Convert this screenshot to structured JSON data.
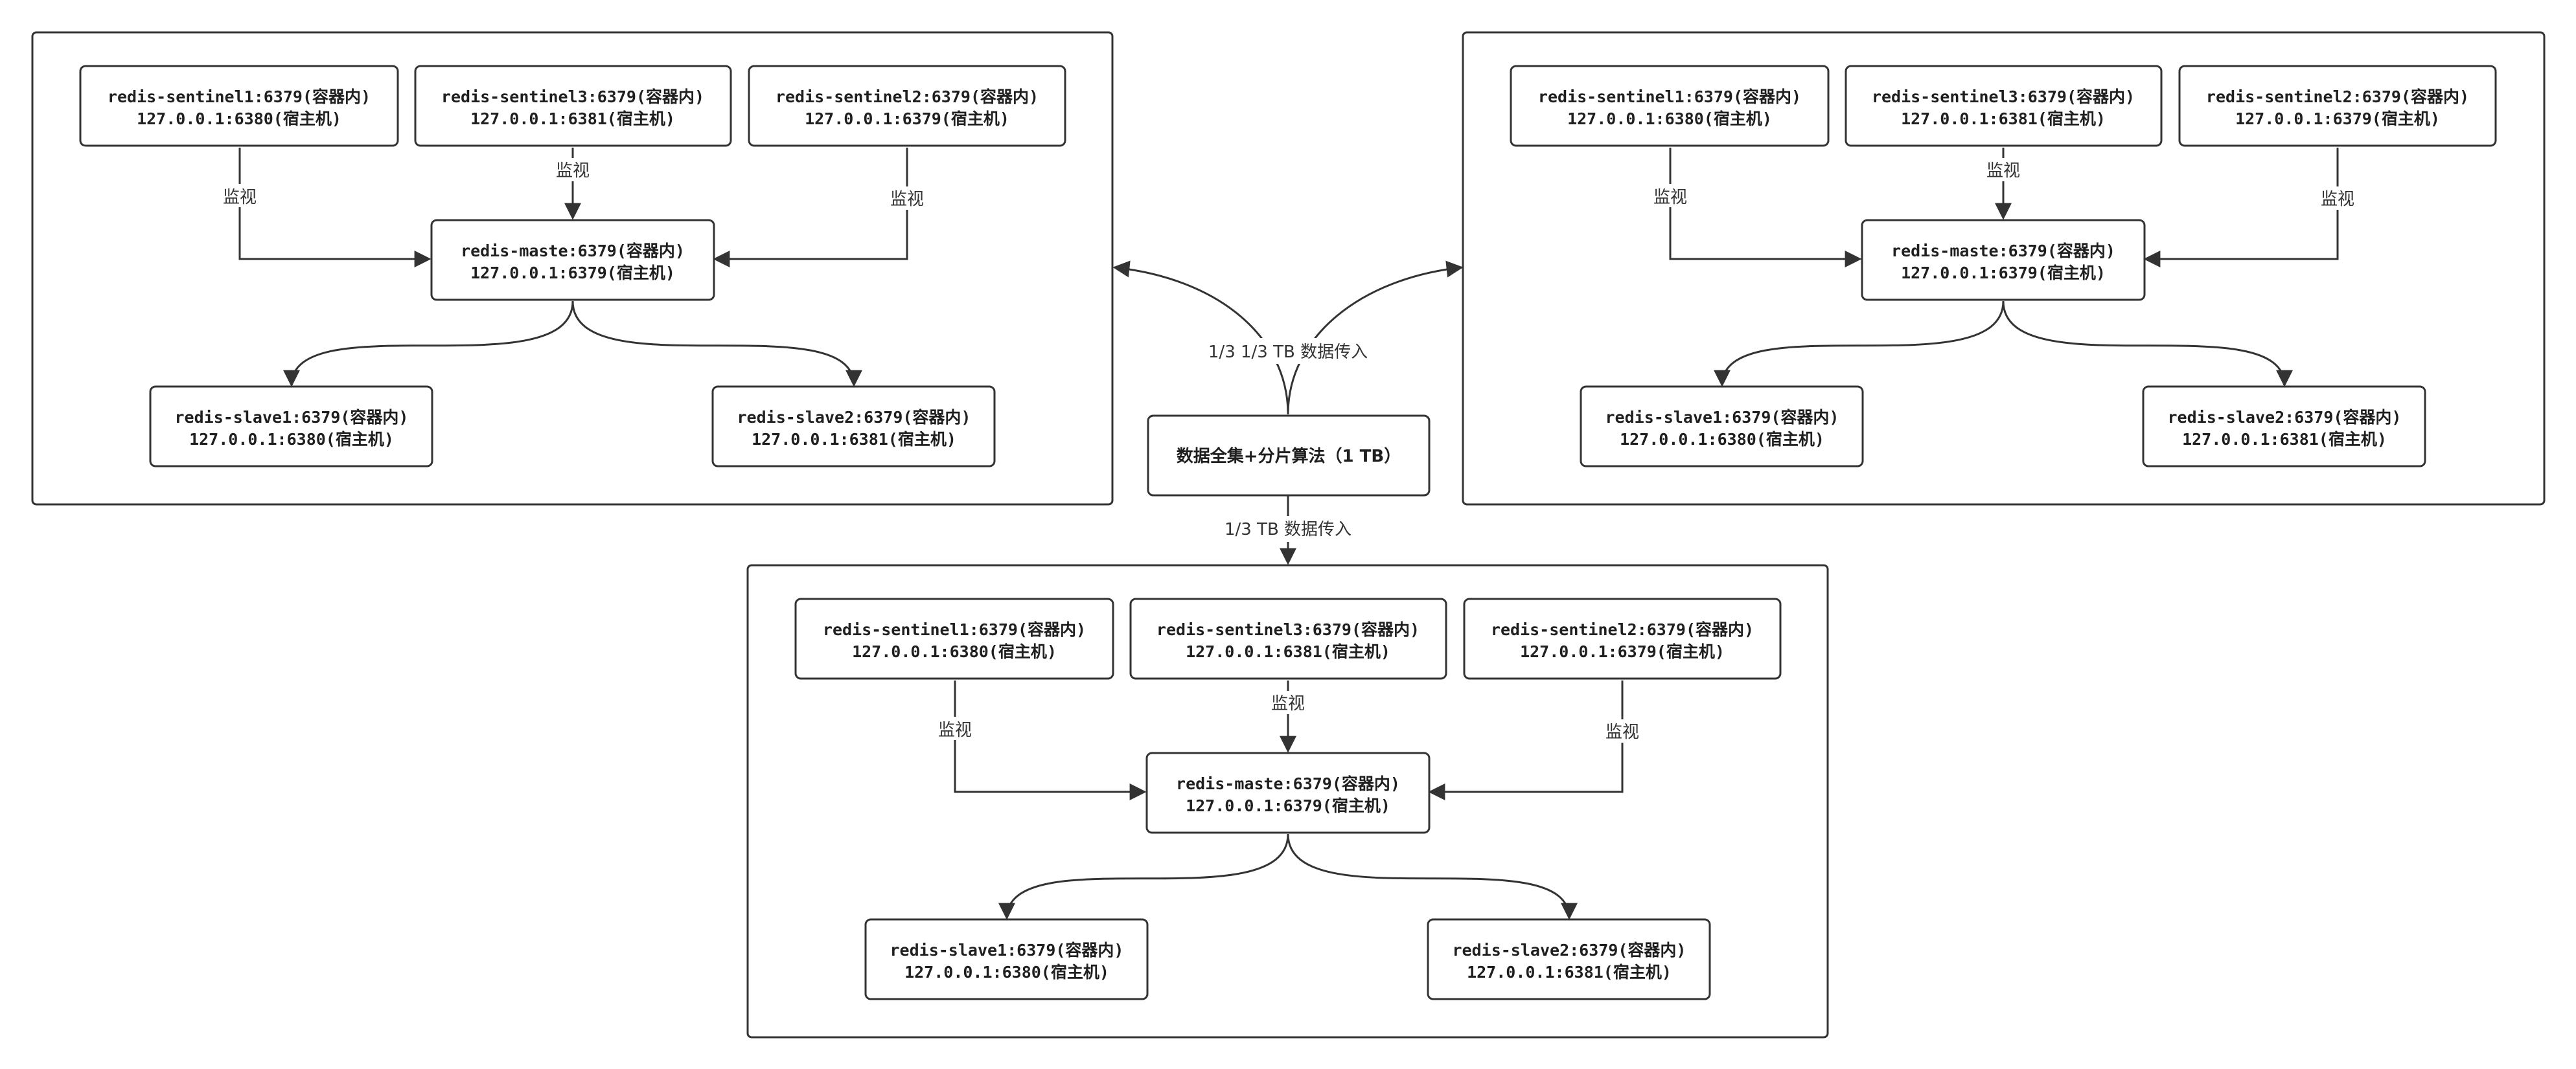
{
  "clusters": [
    {
      "sentinel1": {
        "line1": "redis-sentinel1:6379(容器内)",
        "line2": "127.0.0.1:6380(宿主机)"
      },
      "sentinel3": {
        "line1": "redis-sentinel3:6379(容器内)",
        "line2": "127.0.0.1:6381(宿主机)"
      },
      "sentinel2": {
        "line1": "redis-sentinel2:6379(容器内)",
        "line2": "127.0.0.1:6379(宿主机)"
      },
      "master": {
        "line1": "redis-maste:6379(容器内)",
        "line2": "127.0.0.1:6379(宿主机)"
      },
      "slave1": {
        "line1": "redis-slave1:6379(容器内)",
        "line2": "127.0.0.1:6380(宿主机)"
      },
      "slave2": {
        "line1": "redis-slave2:6379(容器内)",
        "line2": "127.0.0.1:6381(宿主机)"
      },
      "monitor_labels": [
        "监视",
        "监视",
        "监视"
      ]
    },
    {
      "sentinel1": {
        "line1": "redis-sentinel1:6379(容器内)",
        "line2": "127.0.0.1:6380(宿主机)"
      },
      "sentinel3": {
        "line1": "redis-sentinel3:6379(容器内)",
        "line2": "127.0.0.1:6381(宿主机)"
      },
      "sentinel2": {
        "line1": "redis-sentinel2:6379(容器内)",
        "line2": "127.0.0.1:6379(宿主机)"
      },
      "master": {
        "line1": "redis-maste:6379(容器内)",
        "line2": "127.0.0.1:6379(宿主机)"
      },
      "slave1": {
        "line1": "redis-slave1:6379(容器内)",
        "line2": "127.0.0.1:6380(宿主机)"
      },
      "slave2": {
        "line1": "redis-slave2:6379(容器内)",
        "line2": "127.0.0.1:6381(宿主机)"
      },
      "monitor_labels": [
        "监视",
        "监视",
        "监视"
      ]
    },
    {
      "sentinel1": {
        "line1": "redis-sentinel1:6379(容器内)",
        "line2": "127.0.0.1:6380(宿主机)"
      },
      "sentinel3": {
        "line1": "redis-sentinel3:6379(容器内)",
        "line2": "127.0.0.1:6381(宿主机)"
      },
      "sentinel2": {
        "line1": "redis-sentinel2:6379(容器内)",
        "line2": "127.0.0.1:6379(宿主机)"
      },
      "master": {
        "line1": "redis-maste:6379(容器内)",
        "line2": "127.0.0.1:6379(宿主机)"
      },
      "slave1": {
        "line1": "redis-slave1:6379(容器内)",
        "line2": "127.0.0.1:6380(宿主机)"
      },
      "slave2": {
        "line1": "redis-slave2:6379(容器内)",
        "line2": "127.0.0.1:6381(宿主机)"
      },
      "monitor_labels": [
        "监视",
        "监视",
        "监视"
      ]
    }
  ],
  "center": {
    "node_label": "数据全集+分片算法（1 TB）",
    "upper_edge_label": "1/3 1/3 TB 数据传入",
    "lower_edge_label": "1/3 TB 数据传入"
  }
}
